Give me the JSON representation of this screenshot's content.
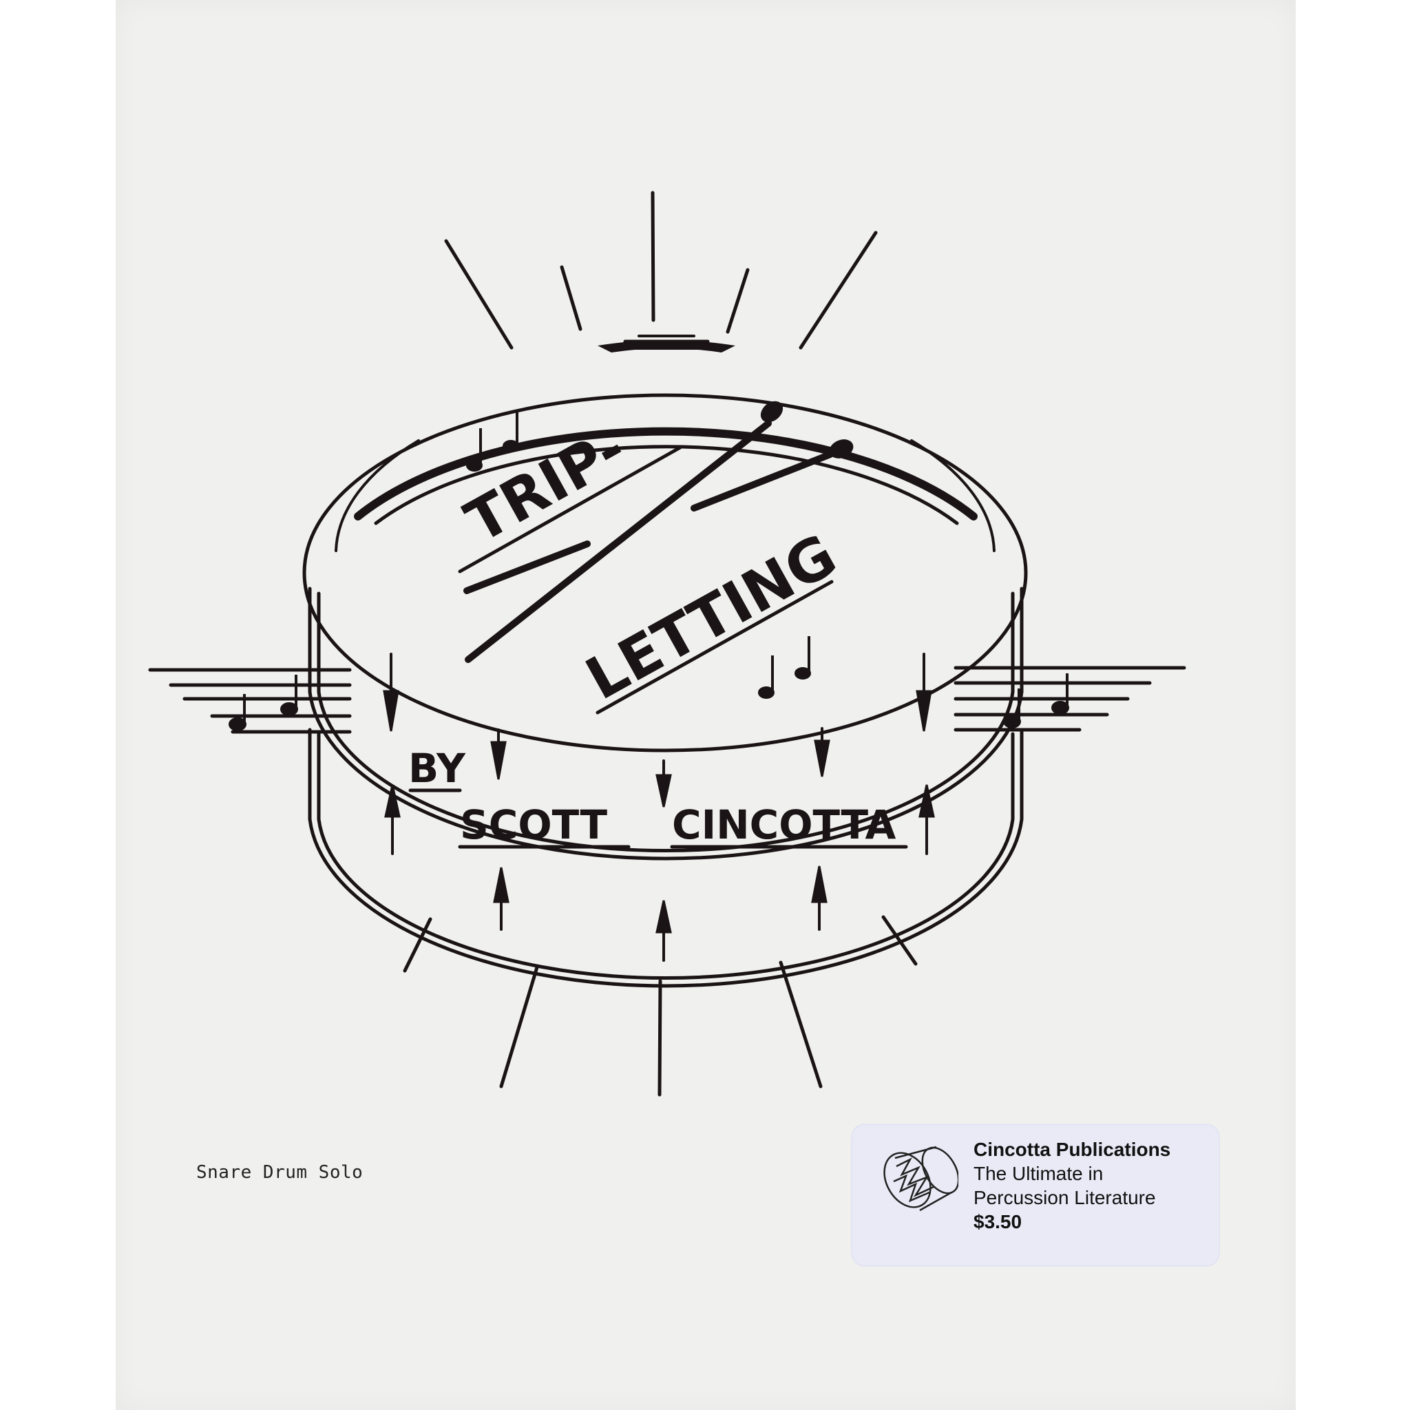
{
  "cover": {
    "title_line1": "TRIP-",
    "title_line2": "LETTING",
    "by": "BY",
    "author_first": "SCOTT",
    "author_last": "CINCOTTA",
    "subtitle": "Snare Drum Solo"
  },
  "sticker": {
    "publisher": "Cincotta Publications",
    "tagline_line1": "The Ultimate in",
    "tagline_line2": "Percussion Literature",
    "price": "$3.50",
    "icon": "drum-icon"
  }
}
